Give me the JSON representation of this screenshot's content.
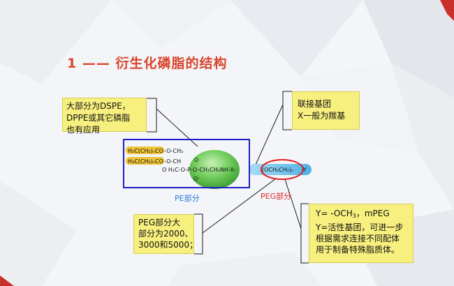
{
  "slide": {
    "title": "1 —— 衍生化磷脂的结构"
  },
  "notes": {
    "phospholipid": {
      "lines": [
        "大部分为DSPE，",
        "DPPE或其它磷脂",
        "也有应用"
      ]
    },
    "linker": {
      "lines": [
        "联接基团",
        "X一般为羰基"
      ]
    },
    "peg_mw": {
      "lines": [
        "PEG部分大",
        "部分为2000、",
        "3000和5000；"
      ]
    },
    "y_group": {
      "line1_prefix": "Y= -OCH",
      "line1_sub": "3",
      "line1_suffix": "，mPEG",
      "lines": [
        "Y=活性基团，可进一步",
        "根据需求连接不同配体",
        "用于制备特殊脂质体。"
      ]
    }
  },
  "structure": {
    "pe_label": "PE部分",
    "peg_label": "PEG部分",
    "formula": {
      "chain1": "H₃C(CH₂)ₙCO",
      "chain1_tail": "-O-CH₂",
      "chain2": "H₃C(CH₂)ₙCO",
      "chain2_tail": "-O-CH",
      "o_top": "O",
      "o_bottom": "O",
      "p_row": "O  H₂C-O-P-O-CH₂CH₂NH-X-",
      "peg_unit": "(OCH₂CH₂)ₙ",
      "y_end": "-Y",
      "p_o_minus": "O⁻"
    }
  },
  "colors": {
    "title": "#d8452c",
    "note_fill": "#f7f07f",
    "pe_box": "#1c1cc8",
    "pe_label": "#2a7bd8",
    "peg_label": "#d72b2b",
    "head_group": "#59c04a",
    "peg_chain": "#7fc6ea",
    "acyl_chain": "#f0c53a"
  }
}
